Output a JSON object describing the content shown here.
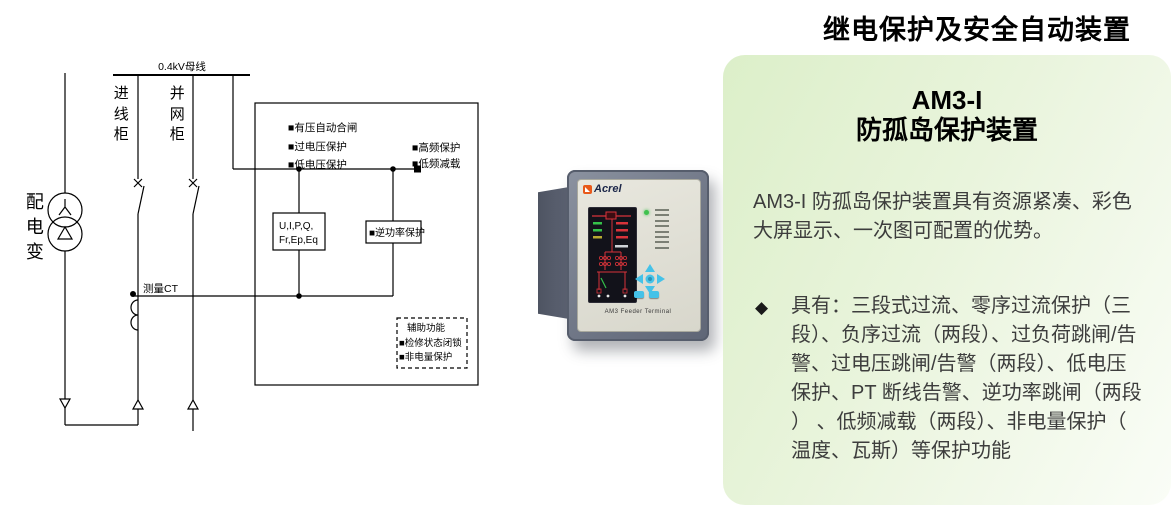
{
  "colors": {
    "panel_green_start": "#dcefc9",
    "panel_green_end": "#fafdf7",
    "diagram_line": "#000000",
    "screen_bg": "#12121a",
    "screen_red": "#d8333a",
    "keypad_cyan": "#45c2e8",
    "led_green": "#3fc14e",
    "brand_orange": "#e8591a",
    "brand_navy": "#1c2749"
  },
  "header": {
    "title": "继电保护及安全自动装置"
  },
  "diagram": {
    "busbar_label": "0.4kV母线",
    "transformer_label": "配电变",
    "incoming_label": "进线柜",
    "grid_label": "并网柜",
    "ct_label": "测量CT",
    "voltage_items": [
      "■有压自动合闸",
      "■过电压保护",
      "■低电压保护"
    ],
    "freq_items": [
      "■高频保护",
      "■低频减载"
    ],
    "measure_line1": "U,I,P,Q,",
    "measure_line2": "Fr,Ep,Eq",
    "reverse_power": "■逆功率保护",
    "aux_title": "辅助功能",
    "aux_items": [
      "■检修状态闭锁",
      "■非电量保护"
    ]
  },
  "device": {
    "brand": "Acrel",
    "label": "AM3 Feeder Terminal"
  },
  "panel": {
    "model": "AM3-I",
    "name": "防孤岛保护装置",
    "intro": "AM3-I 防孤岛保护装置具有资源紧凑、彩色大屏显示、一次图可配置的优势。",
    "bullet_marker": "◆",
    "bullet_text": "具有：三段式过流、零序过流保护（三段）、负序过流（两段）、过负荷跳闸/告警、过电压跳闸/告警（两段）、低电压保护、PT 断线告警、逆功率跳闸（两段） 、低频减载（两段）、非电量保护（温度、瓦斯）等保护功能"
  }
}
